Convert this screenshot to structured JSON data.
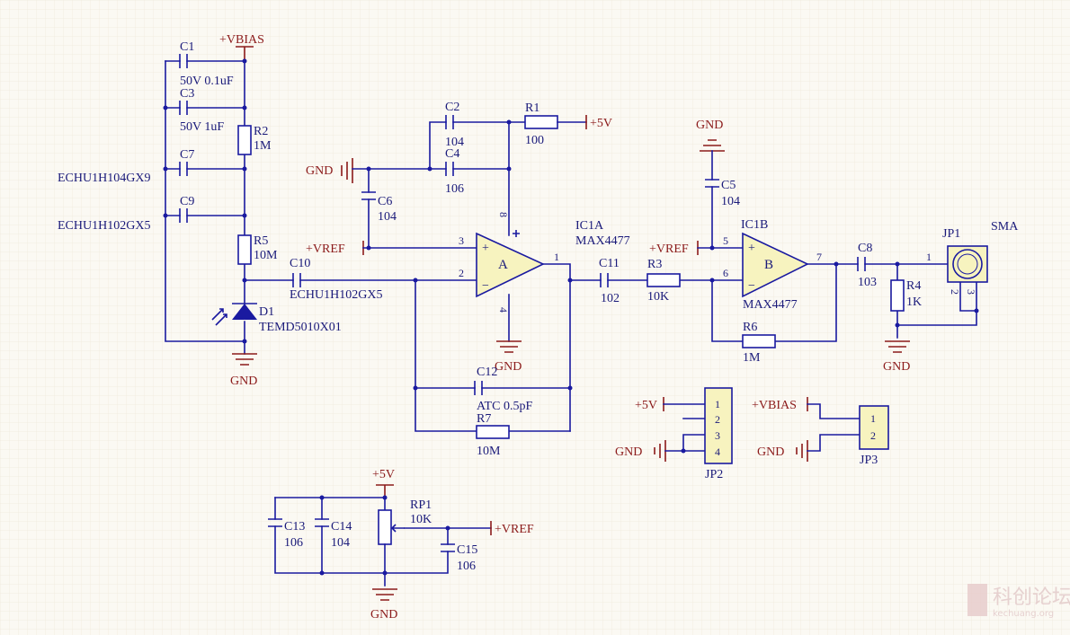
{
  "labels": {
    "vbias_top": "+VBIAS",
    "c1": "C1",
    "c1_val": "50V 0.1uF",
    "c3": "C3",
    "c3_val": "50V 1uF",
    "r2": "R2",
    "r2_val": "1M",
    "c7": "C7",
    "c9": "C9",
    "c7_part": "ECHU1H104GX9",
    "c9_part": "ECHU1H102GX5",
    "r5": "R5",
    "r5_val": "10M",
    "d1": "D1",
    "d1_part": "TEMD5010X01",
    "gnd_d1": "GND",
    "c10": "C10",
    "c10_part": "ECHU1H102GX5",
    "gnd_c6": "GND",
    "c6": "C6",
    "c6_val": "104",
    "c2": "C2",
    "c2_val": "104",
    "c4": "C4",
    "c4_val": "106",
    "r1": "R1",
    "r1_val": "100",
    "p5v_r1": "+5V",
    "vref_a": "+VREF",
    "pin3": "3",
    "pin2": "2",
    "pin8": "8",
    "pin4": "4",
    "pin1": "1",
    "opa": "A",
    "plus": "+",
    "gnd_opa": "GND",
    "ic1a": "IC1A",
    "ic1a_part": "MAX4477",
    "c12": "C12",
    "c12_val": "ATC 0.5pF",
    "r7": "R7",
    "r7_val": "10M",
    "c11": "C11",
    "c11_val": "102",
    "r3": "R3",
    "r3_val": "10K",
    "gnd_c5": "GND",
    "c5": "C5",
    "c5_val": "104",
    "ic1b": "IC1B",
    "ic1b_part": "MAX4477",
    "vref_b": "+VREF",
    "pin5": "5",
    "pin6": "6",
    "pin7": "7",
    "opb": "B",
    "r6": "R6",
    "r6_val": "1M",
    "c8": "C8",
    "c8_val": "103",
    "r4": "R4",
    "r4_val": "1K",
    "gnd_r4": "GND",
    "jp1": "JP1",
    "sma": "SMA",
    "jp1_pin1": "1",
    "jp1_pin2": "2",
    "jp1_pin3": "3",
    "p5v_jp2": "+5V",
    "gnd_jp2": "GND",
    "jp2_1": "1",
    "jp2_2": "2",
    "jp2_3": "3",
    "jp2_4": "4",
    "jp2": "JP2",
    "vbias_jp3": "+VBIAS",
    "gnd_jp3": "GND",
    "jp3_1": "1",
    "jp3_2": "2",
    "jp3": "JP3",
    "p5v_rp1": "+5V",
    "c13": "C13",
    "c13_val": "106",
    "c14": "C14",
    "c14_val": "104",
    "rp1": "RP1",
    "rp1_val": "10K",
    "vref_rp1": "+VREF",
    "c15": "C15",
    "c15_val": "106",
    "gnd_bottom": "GND",
    "watermark": "科创论坛",
    "watermark_url": "kechuang.org"
  },
  "colors": {
    "wire": "#1a1aa0",
    "power": "#8b1a1a",
    "ic_fill": "#f7f3bf",
    "background": "#fbf9f3"
  }
}
